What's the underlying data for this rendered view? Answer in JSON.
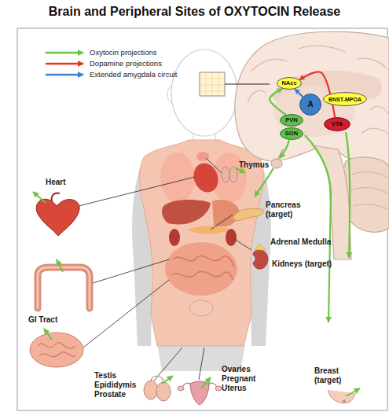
{
  "diagram": {
    "title": "Brain and Peripheral Sites of OXYTOCIN Release",
    "nodes": [
      {
        "text": [
          "NAcc"
        ]
      },
      {
        "text": [
          "A"
        ]
      },
      {
        "text": [
          "BNST-MPOA"
        ]
      },
      {
        "text": [
          "PVN"
        ]
      },
      {
        "text": [
          "SON"
        ]
      },
      {
        "text": [
          "VTA"
        ]
      }
    ],
    "edges": [
      {
        "from": 3,
        "to": 0,
        "arrow": "to"
      },
      {
        "from": 5,
        "to": 0,
        "arrow": "to"
      },
      {
        "from": 1,
        "to": 0,
        "arrow": "to"
      }
    ],
    "labels": [
      "Heart",
      "Thymus",
      "Pancreas (target)",
      "Adrenal Medulla",
      "Kidneys (target)",
      "GI Tract",
      "Testis Epididymis Prostate",
      "Ovaries Pregnant Uterus",
      "Breast (target)"
    ],
    "legend": [
      {
        "text": "Oxytocin projections"
      },
      {
        "text": "Dopamine projections"
      },
      {
        "text": "Extended amygdala circuit"
      }
    ]
  }
}
